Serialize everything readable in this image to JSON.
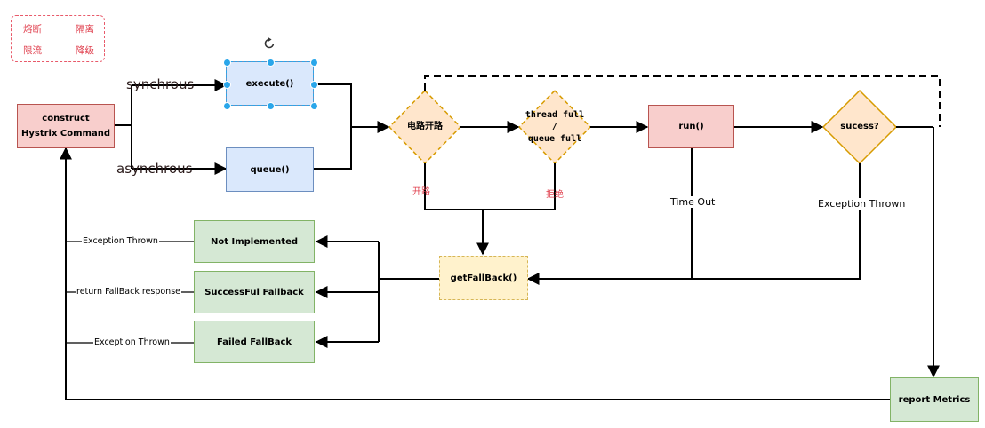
{
  "legend": {
    "items": [
      "熔断",
      "隔离",
      "限流",
      "降级"
    ]
  },
  "nodes": {
    "construct_line1": "construct",
    "construct_line2": "Hystrix Command",
    "execute": "execute()",
    "queue": "queue()",
    "circuit_open_decision": "电路开路",
    "thread_full_line1": "thread full",
    "thread_full_line2": "/",
    "thread_full_line3": "queue full",
    "run": "run()",
    "success_decision": "sucess?",
    "get_fallback": "getFallBack()",
    "not_implemented": "Not Implemented",
    "successful_fallback": "SuccessFul Fallback",
    "failed_fallback": "Failed FallBack",
    "report_metrics": "report Metrics"
  },
  "edge_labels": {
    "synchronous": "synchrous",
    "asynchronous": "asynchrous",
    "open_circuit": "开路",
    "rejected": "拒绝",
    "time_out": "Time Out",
    "exception_thrown_run": "Exception Thrown",
    "exception_thrown_1": "Exception Thrown",
    "return_fallback": "return FallBack response",
    "exception_thrown_2": "Exception Thrown"
  },
  "colors": {
    "red_fill": "#f8cecc",
    "red_stroke": "#b85450",
    "blue_fill": "#dae8fc",
    "blue_stroke": "#6c8ebf",
    "green_fill": "#d5e8d4",
    "green_stroke": "#82b366",
    "orange_fill": "#ffe6cc",
    "orange_stroke": "#d79b00",
    "yellow_fill": "#fff2cc",
    "yellow_stroke": "#d6b656",
    "selection": "#29a6ea",
    "legend_red": "#e0414f"
  }
}
